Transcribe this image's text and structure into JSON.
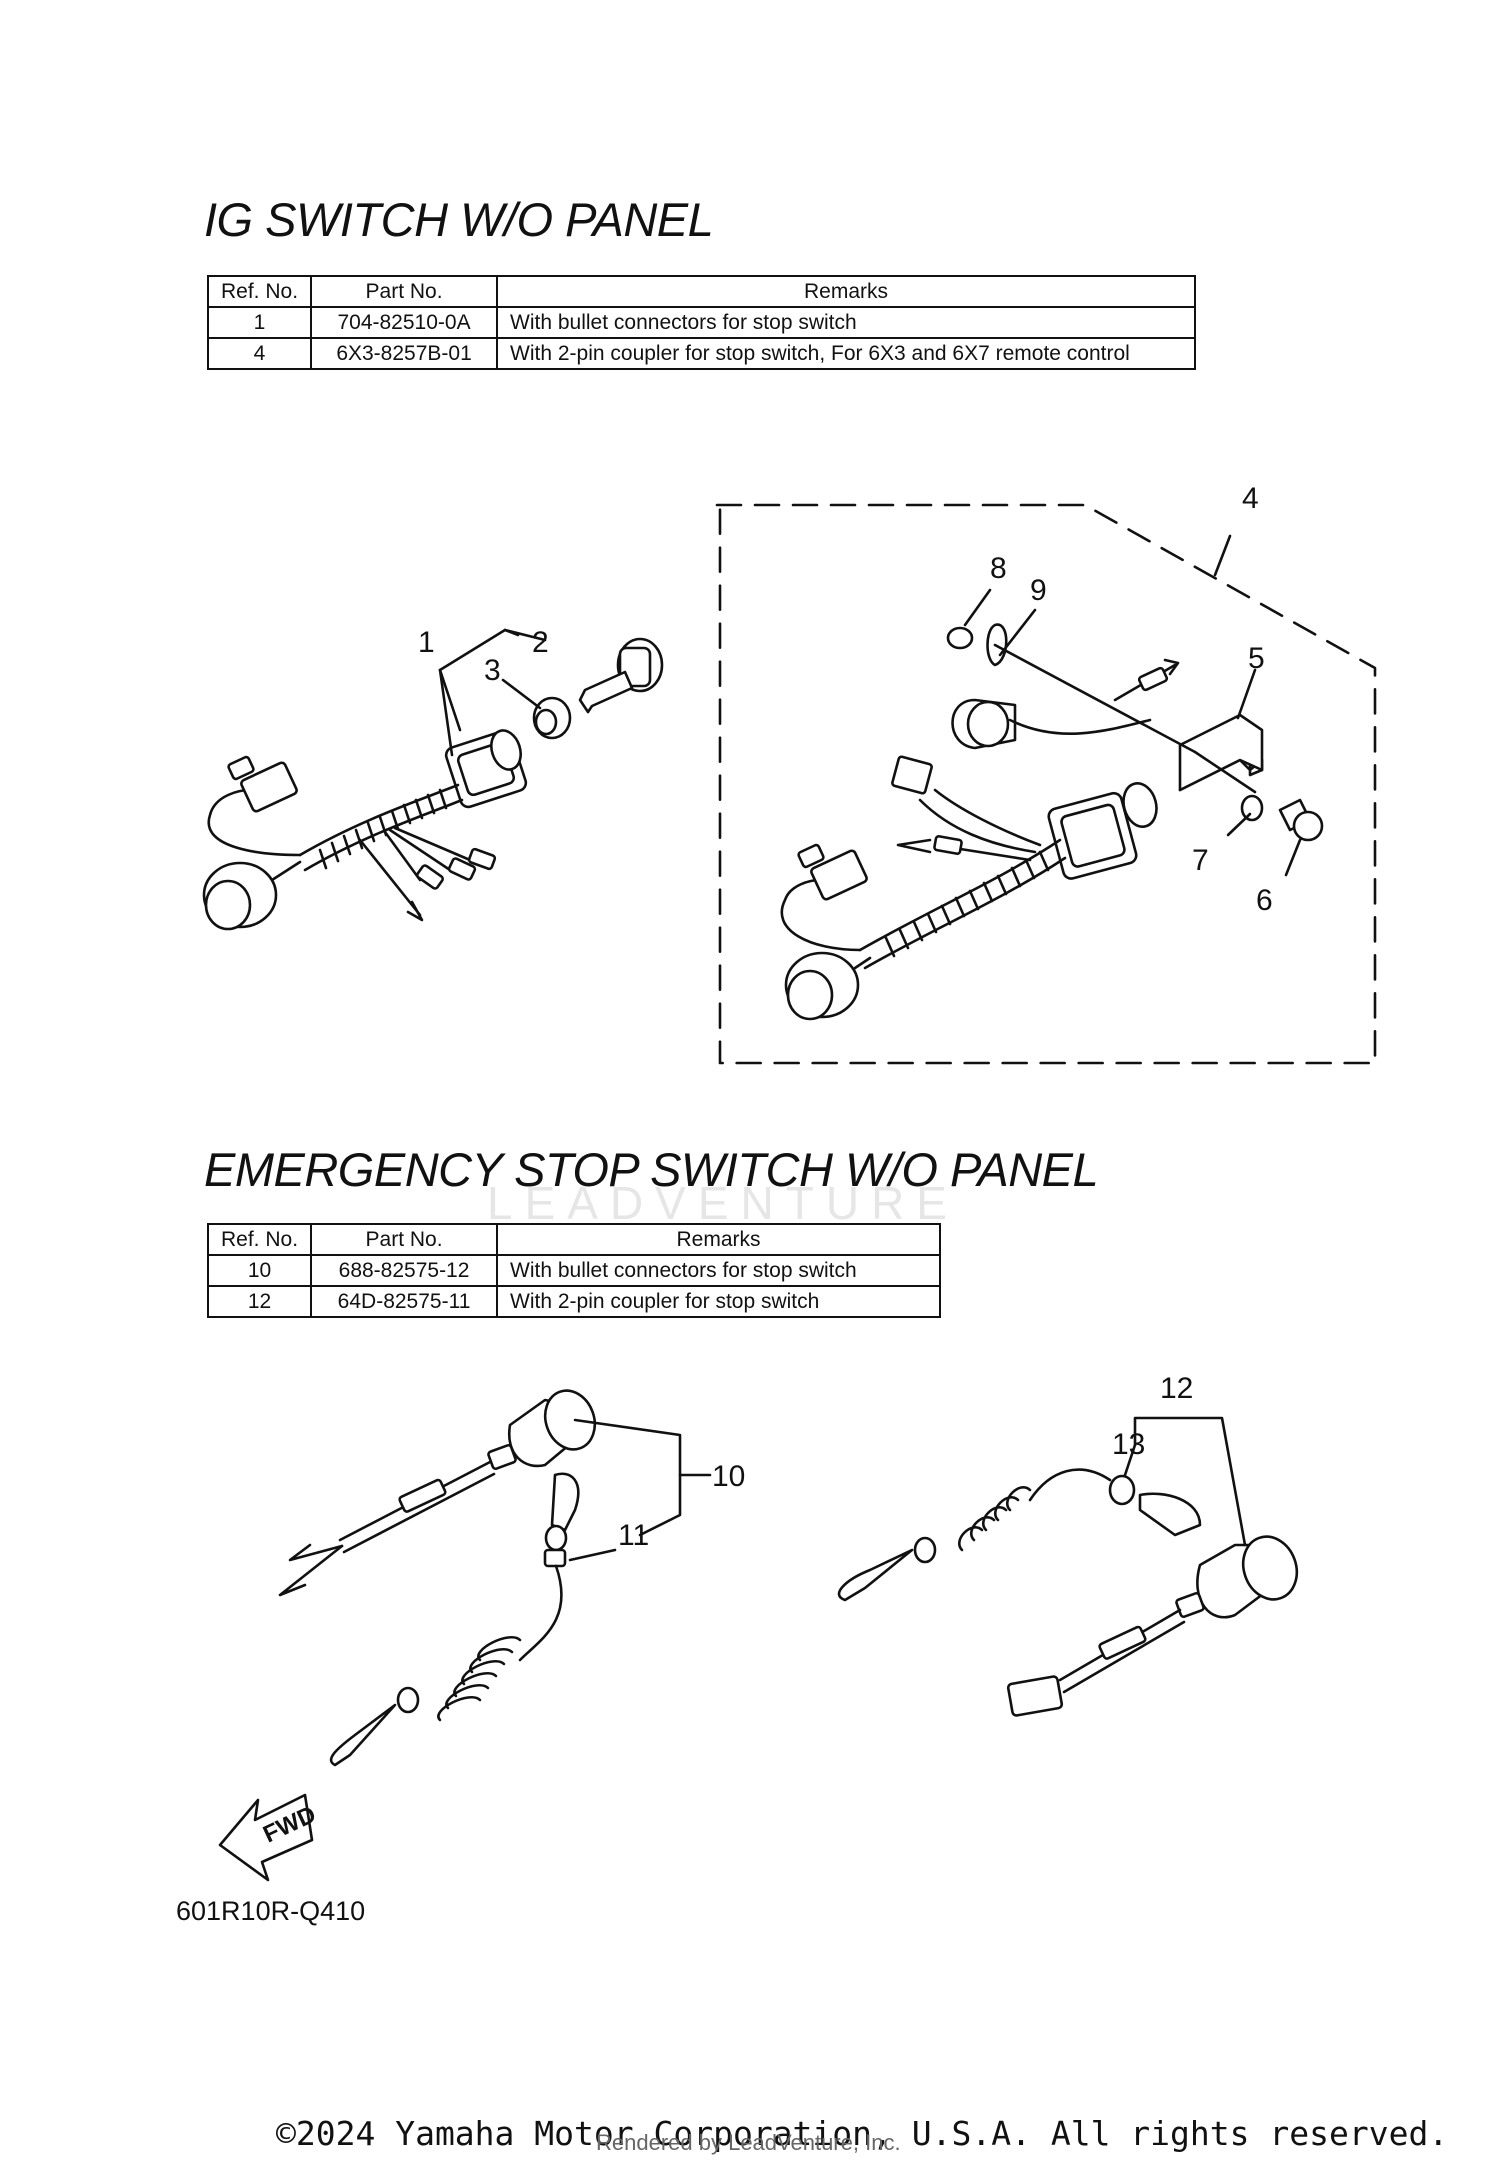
{
  "sections": {
    "ig_switch": {
      "title": "IG SWITCH W/O PANEL",
      "columns": [
        "Ref. No.",
        "Part No.",
        "Remarks"
      ],
      "rows": [
        {
          "ref": "1",
          "part_no": "704-82510-0A",
          "remarks": "With bullet connectors for stop switch"
        },
        {
          "ref": "4",
          "part_no": "6X3-8257B-01",
          "remarks": "With 2-pin coupler for stop switch, For 6X3 and 6X7 remote control"
        }
      ]
    },
    "emergency_stop": {
      "title": "EMERGENCY STOP SWITCH W/O PANEL",
      "columns": [
        "Ref. No.",
        "Part No.",
        "Remarks"
      ],
      "rows": [
        {
          "ref": "10",
          "part_no": "688-82575-12",
          "remarks": "With bullet connectors for stop switch"
        },
        {
          "ref": "12",
          "part_no": "64D-82575-11",
          "remarks": "With 2-pin coupler for stop switch"
        }
      ]
    }
  },
  "callouts": [
    "1",
    "2",
    "3",
    "4",
    "5",
    "6",
    "7",
    "8",
    "9",
    "10",
    "11",
    "12",
    "13"
  ],
  "fwd_label": "FWD",
  "figure_code": "601R10R-Q410",
  "copyright": "©2024 Yamaha Motor Corporation, U.S.A. All rights reserved.",
  "watermark": "LEADVENTURE",
  "render_credit": "Rendered by LeadVenture, Inc."
}
